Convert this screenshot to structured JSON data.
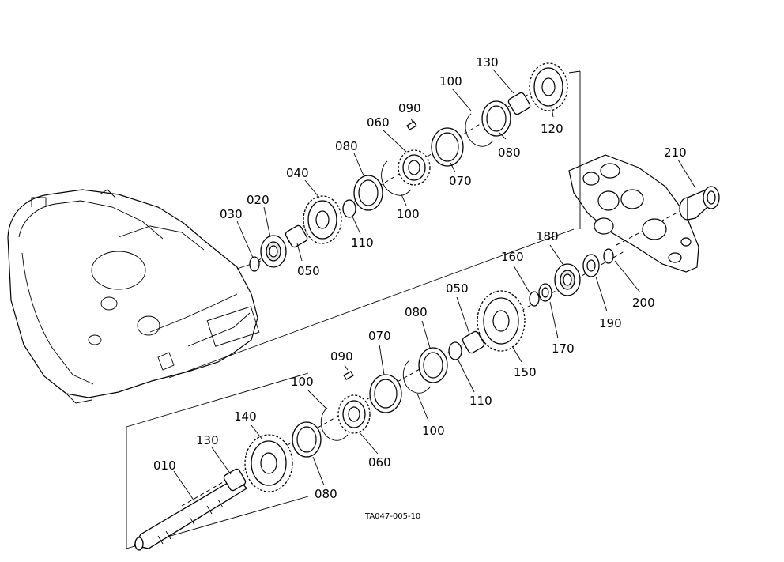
{
  "diagram": {
    "drawing_code": "TA047-005-10",
    "callouts": [
      {
        "id": "c030",
        "label": "030"
      },
      {
        "id": "c020",
        "label": "020"
      },
      {
        "id": "c040",
        "label": "040"
      },
      {
        "id": "c050a",
        "label": "050"
      },
      {
        "id": "c080a",
        "label": "080"
      },
      {
        "id": "c110a",
        "label": "110"
      },
      {
        "id": "c060a",
        "label": "060"
      },
      {
        "id": "c090a",
        "label": "090"
      },
      {
        "id": "c100a",
        "label": "100"
      },
      {
        "id": "c100b",
        "label": "100"
      },
      {
        "id": "c070a",
        "label": "070"
      },
      {
        "id": "c130a",
        "label": "130"
      },
      {
        "id": "c080b",
        "label": "080"
      },
      {
        "id": "c120",
        "label": "120"
      },
      {
        "id": "c210",
        "label": "210"
      },
      {
        "id": "c180",
        "label": "180"
      },
      {
        "id": "c160",
        "label": "160"
      },
      {
        "id": "c170",
        "label": "170"
      },
      {
        "id": "c190",
        "label": "190"
      },
      {
        "id": "c200",
        "label": "200"
      },
      {
        "id": "c050b",
        "label": "050"
      },
      {
        "id": "c150",
        "label": "150"
      },
      {
        "id": "c080c",
        "label": "080"
      },
      {
        "id": "c110b",
        "label": "110"
      },
      {
        "id": "c070b",
        "label": "070"
      },
      {
        "id": "c090b",
        "label": "090"
      },
      {
        "id": "c100c",
        "label": "100"
      },
      {
        "id": "c100d",
        "label": "100"
      },
      {
        "id": "c060b",
        "label": "060"
      },
      {
        "id": "c140",
        "label": "140"
      },
      {
        "id": "c130b",
        "label": "130"
      },
      {
        "id": "c080d",
        "label": "080"
      },
      {
        "id": "c010",
        "label": "010"
      }
    ]
  }
}
